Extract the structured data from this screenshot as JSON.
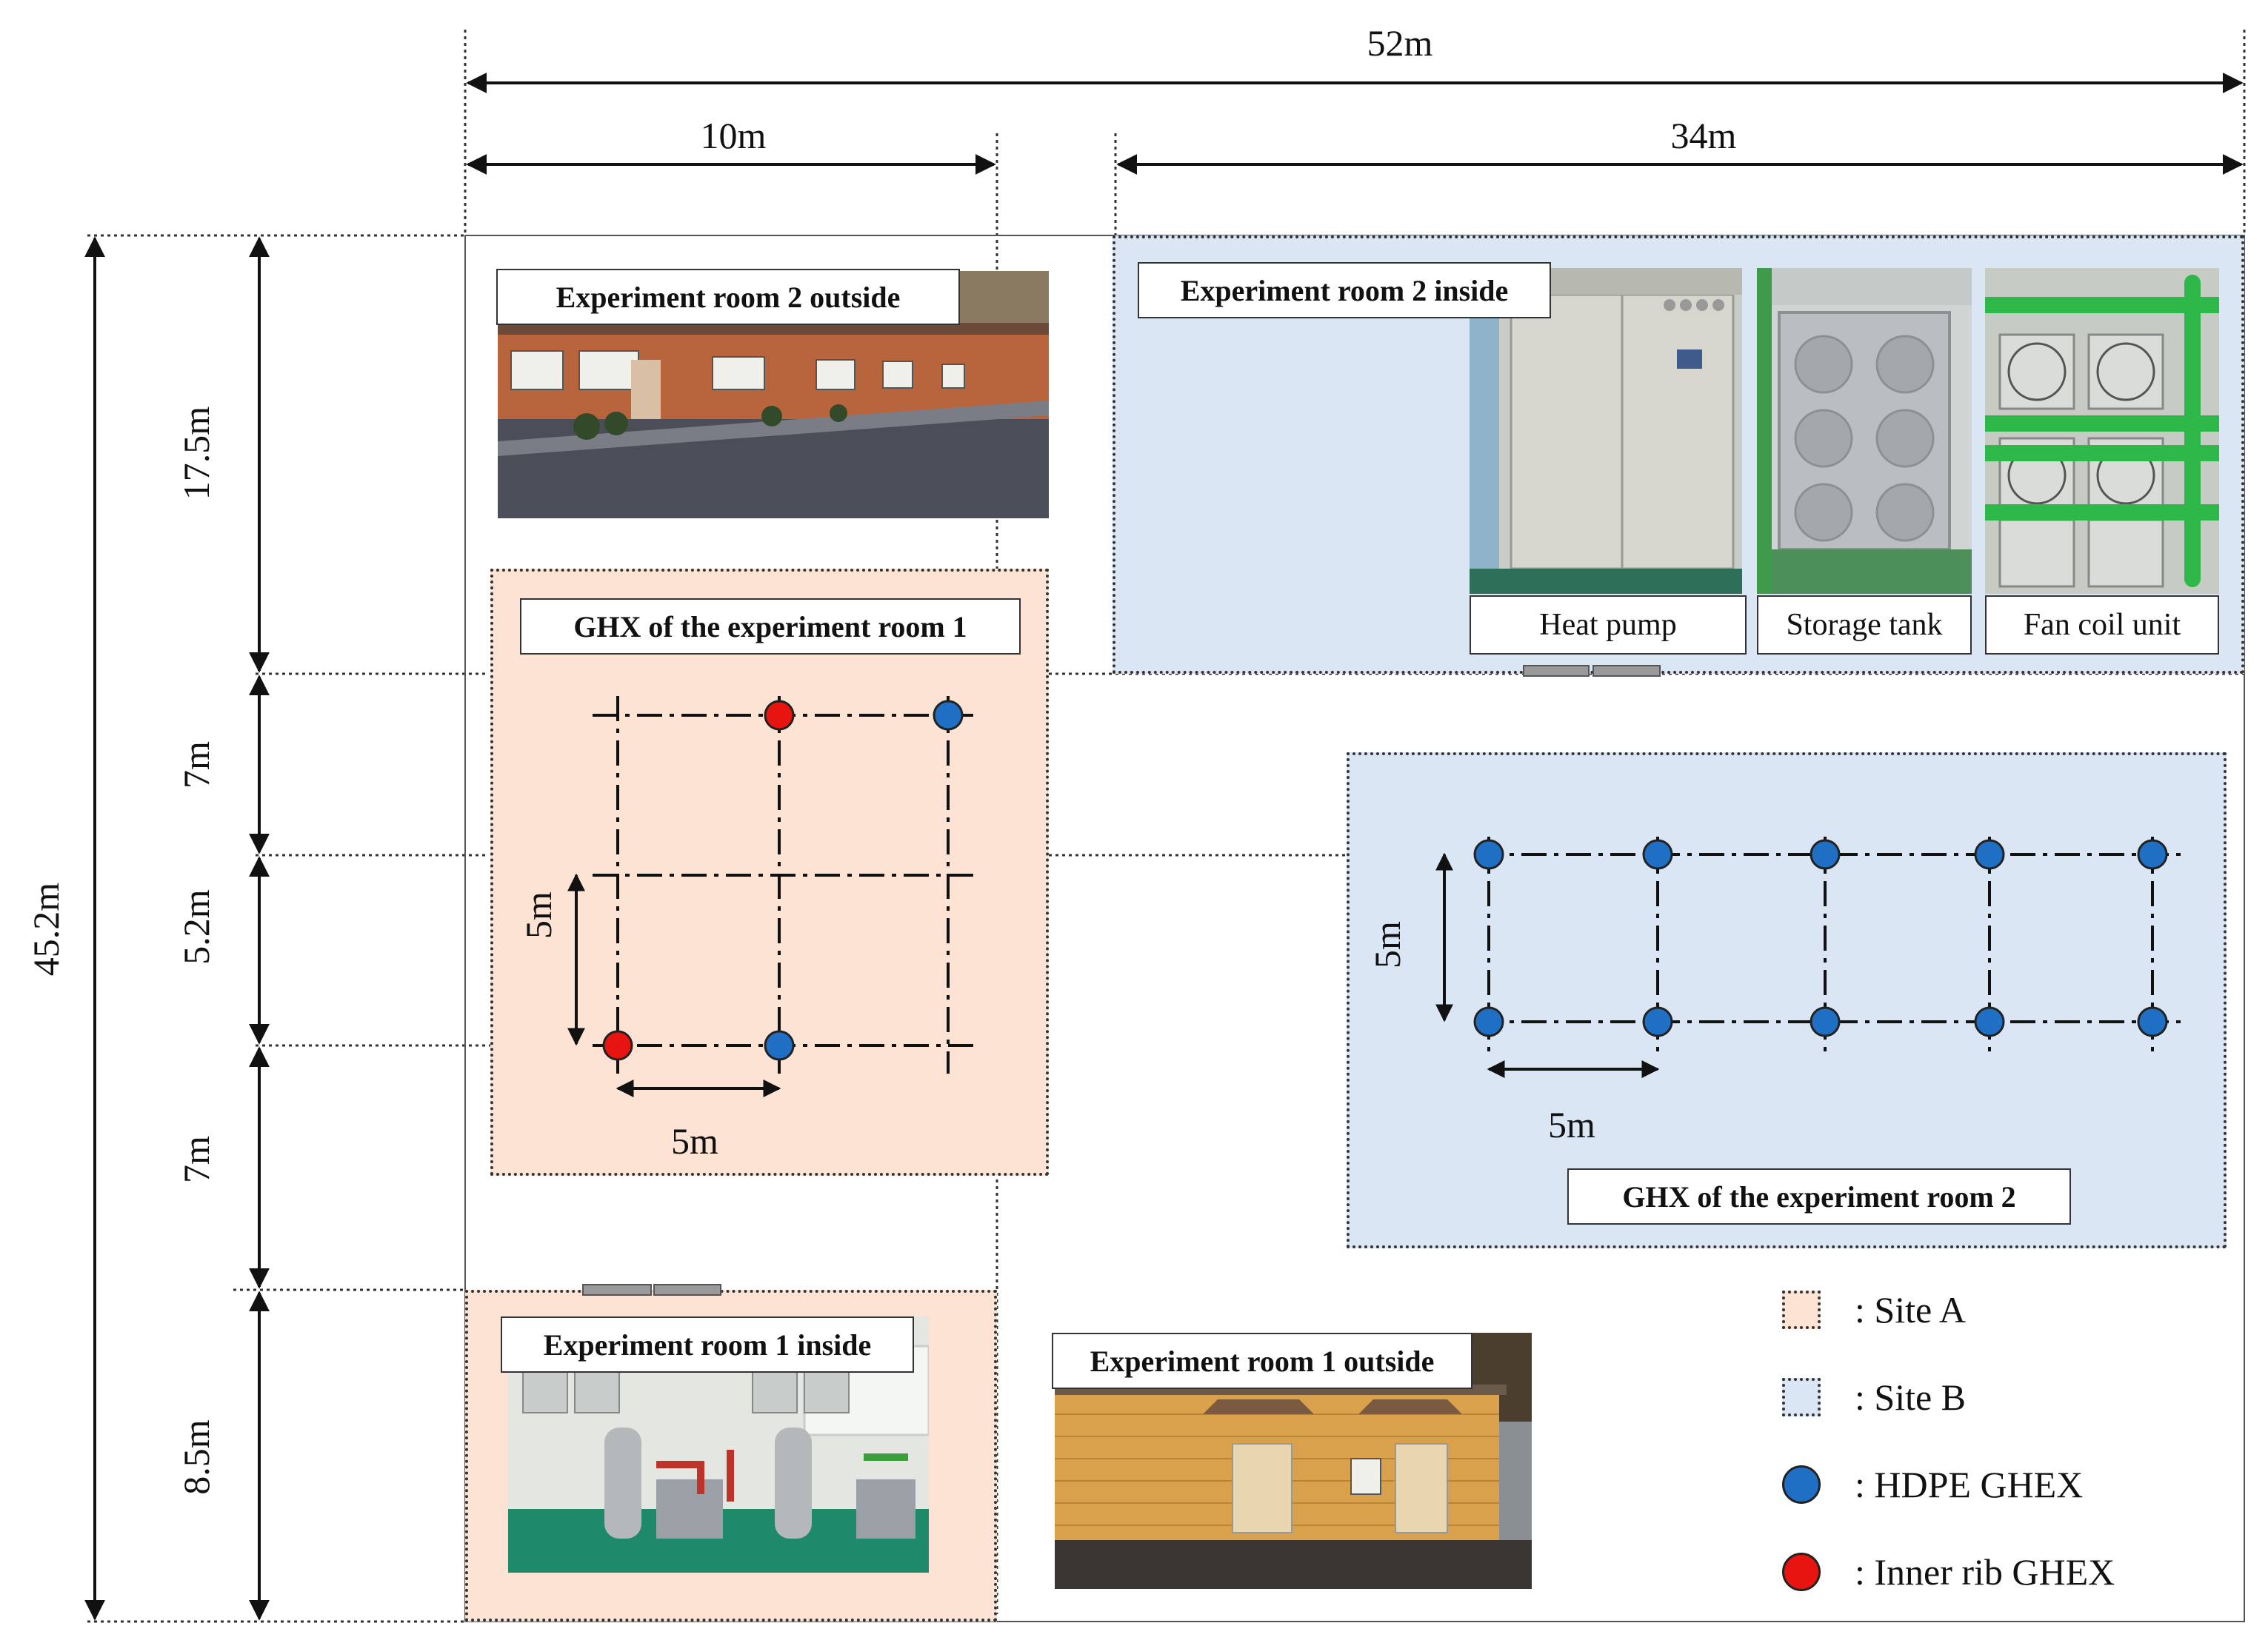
{
  "dimensions": {
    "total_width": "52m",
    "left_width": "10m",
    "right_width": "34m",
    "total_height": "45.2m",
    "rows": [
      "17.5m",
      "7m",
      "5.2m",
      "7m",
      "8.5m"
    ]
  },
  "site_a": {
    "title": "GHX of the experiment room 1",
    "spacing_vertical": "5m",
    "spacing_horizontal": "5m"
  },
  "site_b": {
    "title": "GHX of the experiment room 2",
    "spacing_vertical": "5m",
    "spacing_horizontal": "5m"
  },
  "photos": {
    "room2_outside": "Experiment room 2 outside",
    "room2_inside": "Experiment room 2 inside",
    "room1_inside": "Experiment room 1 inside",
    "room1_outside": "Experiment room 1 outside",
    "heat_pump": "Heat pump",
    "storage_tank": "Storage tank",
    "fan_coil_unit": "Fan coil unit"
  },
  "legend": [
    {
      "label": ": Site A",
      "icon": "site-a-swatch",
      "color": "#fde3d3"
    },
    {
      "label": ": Site B",
      "icon": "site-b-swatch",
      "color": "#dbe6f4"
    },
    {
      "label": ": HDPE GHEX",
      "icon": "blue-dot",
      "color": "#1f6fc4"
    },
    {
      "label": ": Inner rib GHEX",
      "icon": "red-dot",
      "color": "#e8140f"
    }
  ],
  "colors": {
    "site_a_fill": "#fde3d3",
    "site_b_fill": "#dbe6f4",
    "hdpe": "#1f6fc4",
    "inner_rib": "#e8140f"
  }
}
